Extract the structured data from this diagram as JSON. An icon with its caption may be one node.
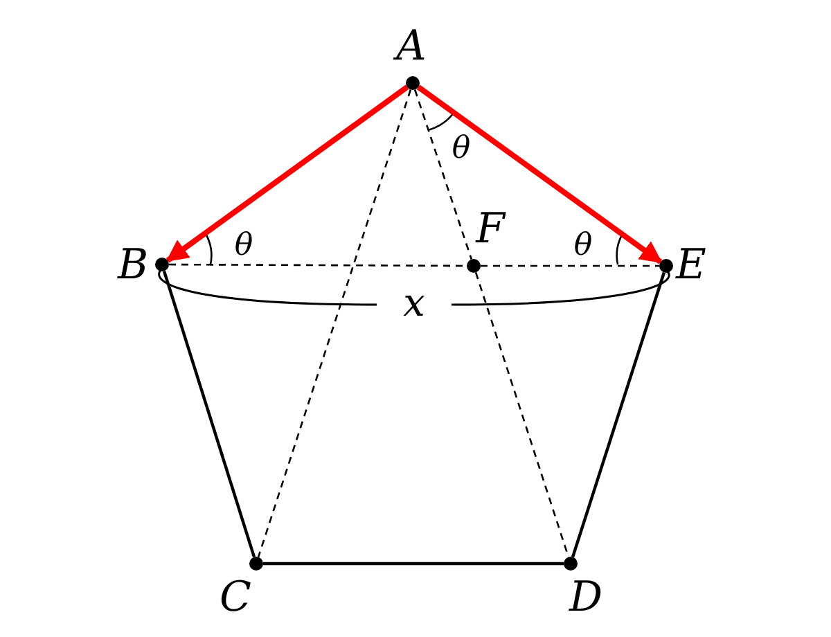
{
  "diagram": {
    "nodes": [
      {
        "text": [
          "A"
        ]
      },
      {
        "text": [
          "B"
        ]
      },
      {
        "text": [
          "C"
        ]
      },
      {
        "text": [
          "D"
        ]
      },
      {
        "text": [
          "E"
        ]
      },
      {
        "text": [
          "F"
        ]
      }
    ],
    "edges": [
      {
        "from": 0,
        "to": 1,
        "arrow": "to",
        "style": "thick",
        "color": "#ff0000"
      },
      {
        "from": 0,
        "to": 4,
        "arrow": "to",
        "style": "thick",
        "color": "#ff0000"
      },
      {
        "from": 1,
        "to": 2,
        "arrow": "none"
      },
      {
        "from": 2,
        "to": 3,
        "arrow": "none"
      },
      {
        "from": 3,
        "to": 4,
        "arrow": "none"
      },
      {
        "from": 0,
        "to": 2,
        "arrow": "none",
        "style": "dashed"
      },
      {
        "from": 0,
        "to": 5,
        "arrow": "none",
        "style": "dashed"
      },
      {
        "from": 5,
        "to": 3,
        "arrow": "none",
        "style": "dashed"
      },
      {
        "from": 1,
        "to": 5,
        "arrow": "none",
        "style": "dashed"
      },
      {
        "from": 5,
        "to": 4,
        "arrow": "none",
        "style": "dashed"
      }
    ],
    "labels": [
      "θ",
      "θ",
      "θ",
      "x"
    ]
  }
}
